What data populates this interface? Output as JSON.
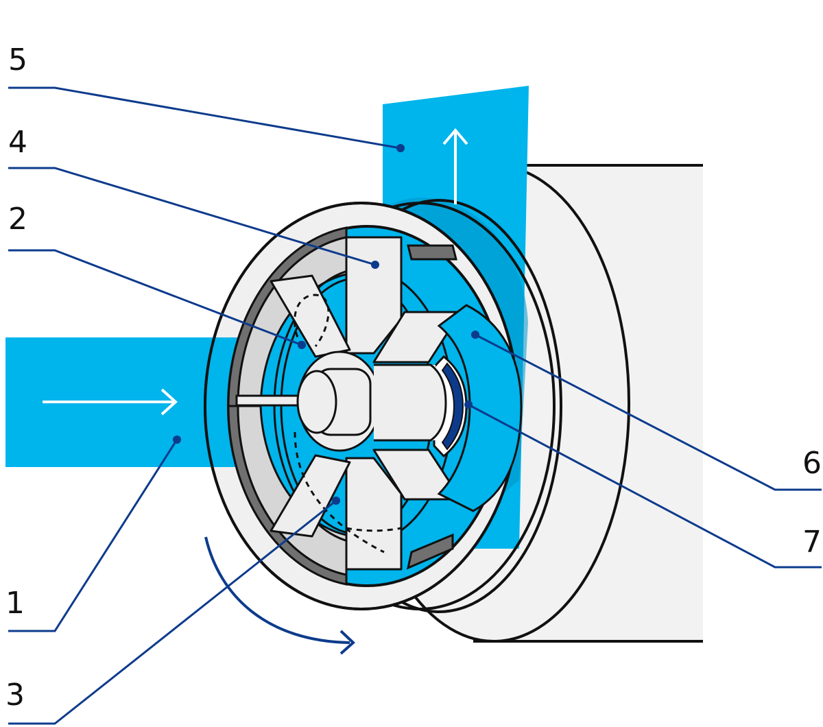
{
  "callouts": [
    {
      "id": "c1",
      "number": "1"
    },
    {
      "id": "c2",
      "number": "2"
    },
    {
      "id": "c3",
      "number": "3"
    },
    {
      "id": "c4",
      "number": "4"
    },
    {
      "id": "c5",
      "number": "5"
    },
    {
      "id": "c6",
      "number": "6"
    },
    {
      "id": "c7",
      "number": "7"
    }
  ],
  "colors": {
    "airflow": "#00B4EC",
    "airflow_dark": "#0096C8",
    "leader_line": "#0D3B8C",
    "rotation_arrow": "#0D3B8C",
    "housing_fill": "#F2F2F2",
    "wheel_fill": "#EEEEEE",
    "outline": "#111111",
    "shroud_dark": "#707070",
    "shroud_light": "#D6D6D6",
    "insert_dark": "#0D3B8C",
    "flow_arrow": "#FFFFFF"
  },
  "icons": [
    "inflow-arrow-icon",
    "outflow-arrow-icon",
    "rotation-arrow-icon"
  ]
}
